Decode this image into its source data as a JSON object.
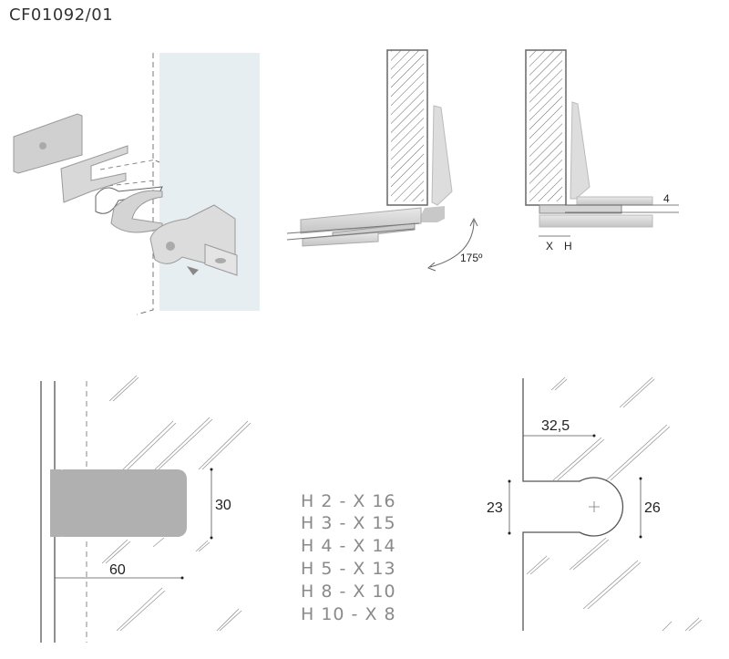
{
  "title": "CF01092/01",
  "views": {
    "open_angle_label": "175º",
    "offset_label": "4",
    "x_label": "X",
    "h_label": "H"
  },
  "front_view": {
    "height_label": "30",
    "width_label": "60"
  },
  "cutout_view": {
    "depth_label": "32,5",
    "slot_width_label": "23",
    "diameter_label": "26"
  },
  "adjustment_table": [
    "H 2 - X 16",
    "H 3 - X 15",
    "H 4 - X 14",
    "H 5 - X 13",
    "H 8 - X 10",
    "H 10 - X 8"
  ],
  "colors": {
    "glass": "#e6eef1",
    "metal": "#c8c8c8",
    "line": "#555555",
    "table_text": "#8a8a8a"
  }
}
